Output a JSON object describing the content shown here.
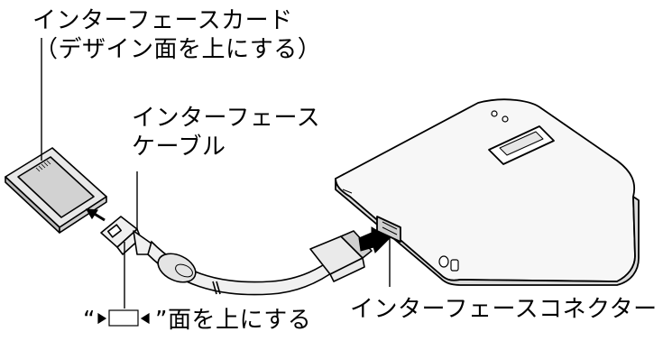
{
  "labels": {
    "card_line1": "インターフェースカード",
    "card_line2": "（デザイン面を上にする）",
    "cable_line1": "インターフェース",
    "cable_line2": "ケーブル",
    "connector": "インターフェースコネクター",
    "face_up_prefix": "“",
    "face_up_suffix": "”面を上にする"
  },
  "colors": {
    "line": "#000000",
    "card_fill": "#e8e8e8",
    "card_face": "#d0d0d0",
    "cable_fill": "#f0f0f0",
    "device_top": "#f7f7f7",
    "device_side": "#dcdcdc"
  }
}
